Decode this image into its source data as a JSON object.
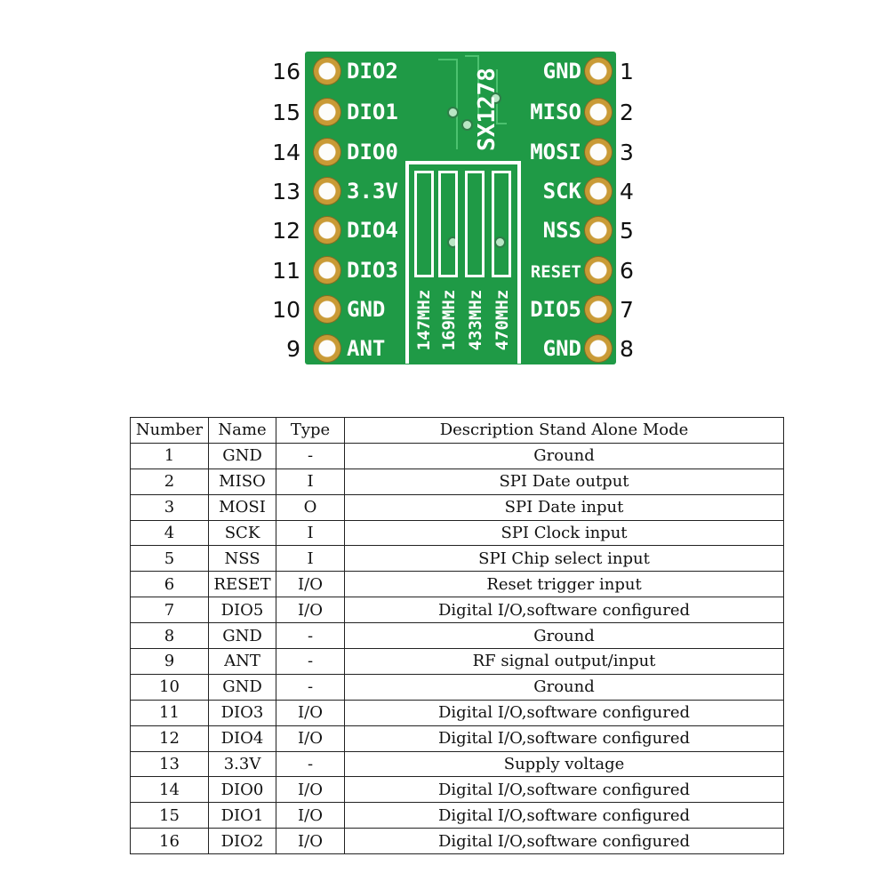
{
  "board": {
    "chip_name": "SX1278",
    "left_pins": [
      {
        "number": "16",
        "label": "DIO2"
      },
      {
        "number": "15",
        "label": "DIO1"
      },
      {
        "number": "14",
        "label": "DIO0"
      },
      {
        "number": "13",
        "label": "3.3V"
      },
      {
        "number": "12",
        "label": "DIO4"
      },
      {
        "number": "11",
        "label": "DIO3"
      },
      {
        "number": "10",
        "label": "GND"
      },
      {
        "number": "9",
        "label": "ANT"
      }
    ],
    "right_pins": [
      {
        "number": "1",
        "label": "GND"
      },
      {
        "number": "2",
        "label": "MISO"
      },
      {
        "number": "3",
        "label": "MOSI"
      },
      {
        "number": "4",
        "label": "SCK"
      },
      {
        "number": "5",
        "label": "NSS"
      },
      {
        "number": "6",
        "label": "RESET"
      },
      {
        "number": "7",
        "label": "DIO5"
      },
      {
        "number": "8",
        "label": "GND"
      }
    ],
    "frequencies": [
      "147MHz",
      "169MHz",
      "433MHz",
      "470MHz"
    ],
    "colors": {
      "pcb": "#1f9a46",
      "silkscreen": "#ffffff",
      "pad": "#c99a35"
    }
  },
  "table": {
    "headers": [
      "Number",
      "Name",
      "Type",
      "Description Stand Alone Mode"
    ],
    "rows": [
      [
        "1",
        "GND",
        "-",
        "Ground"
      ],
      [
        "2",
        "MISO",
        "I",
        "SPI Date output"
      ],
      [
        "3",
        "MOSI",
        "O",
        "SPI Date input"
      ],
      [
        "4",
        "SCK",
        "I",
        "SPI Clock input"
      ],
      [
        "5",
        "NSS",
        "I",
        "SPI Chip select input"
      ],
      [
        "6",
        "RESET",
        "I/O",
        "Reset trigger input"
      ],
      [
        "7",
        "DIO5",
        "I/O",
        "Digital I/O,software configured"
      ],
      [
        "8",
        "GND",
        "-",
        "Ground"
      ],
      [
        "9",
        "ANT",
        "-",
        "RF signal output/input"
      ],
      [
        "10",
        "GND",
        "-",
        "Ground"
      ],
      [
        "11",
        "DIO3",
        "I/O",
        "Digital I/O,software configured"
      ],
      [
        "12",
        "DIO4",
        "I/O",
        "Digital I/O,software configured"
      ],
      [
        "13",
        "3.3V",
        "-",
        "Supply voltage"
      ],
      [
        "14",
        "DIO0",
        "I/O",
        "Digital I/O,software configured"
      ],
      [
        "15",
        "DIO1",
        "I/O",
        "Digital I/O,software configured"
      ],
      [
        "16",
        "DIO2",
        "I/O",
        "Digital I/O,software configured"
      ]
    ]
  }
}
